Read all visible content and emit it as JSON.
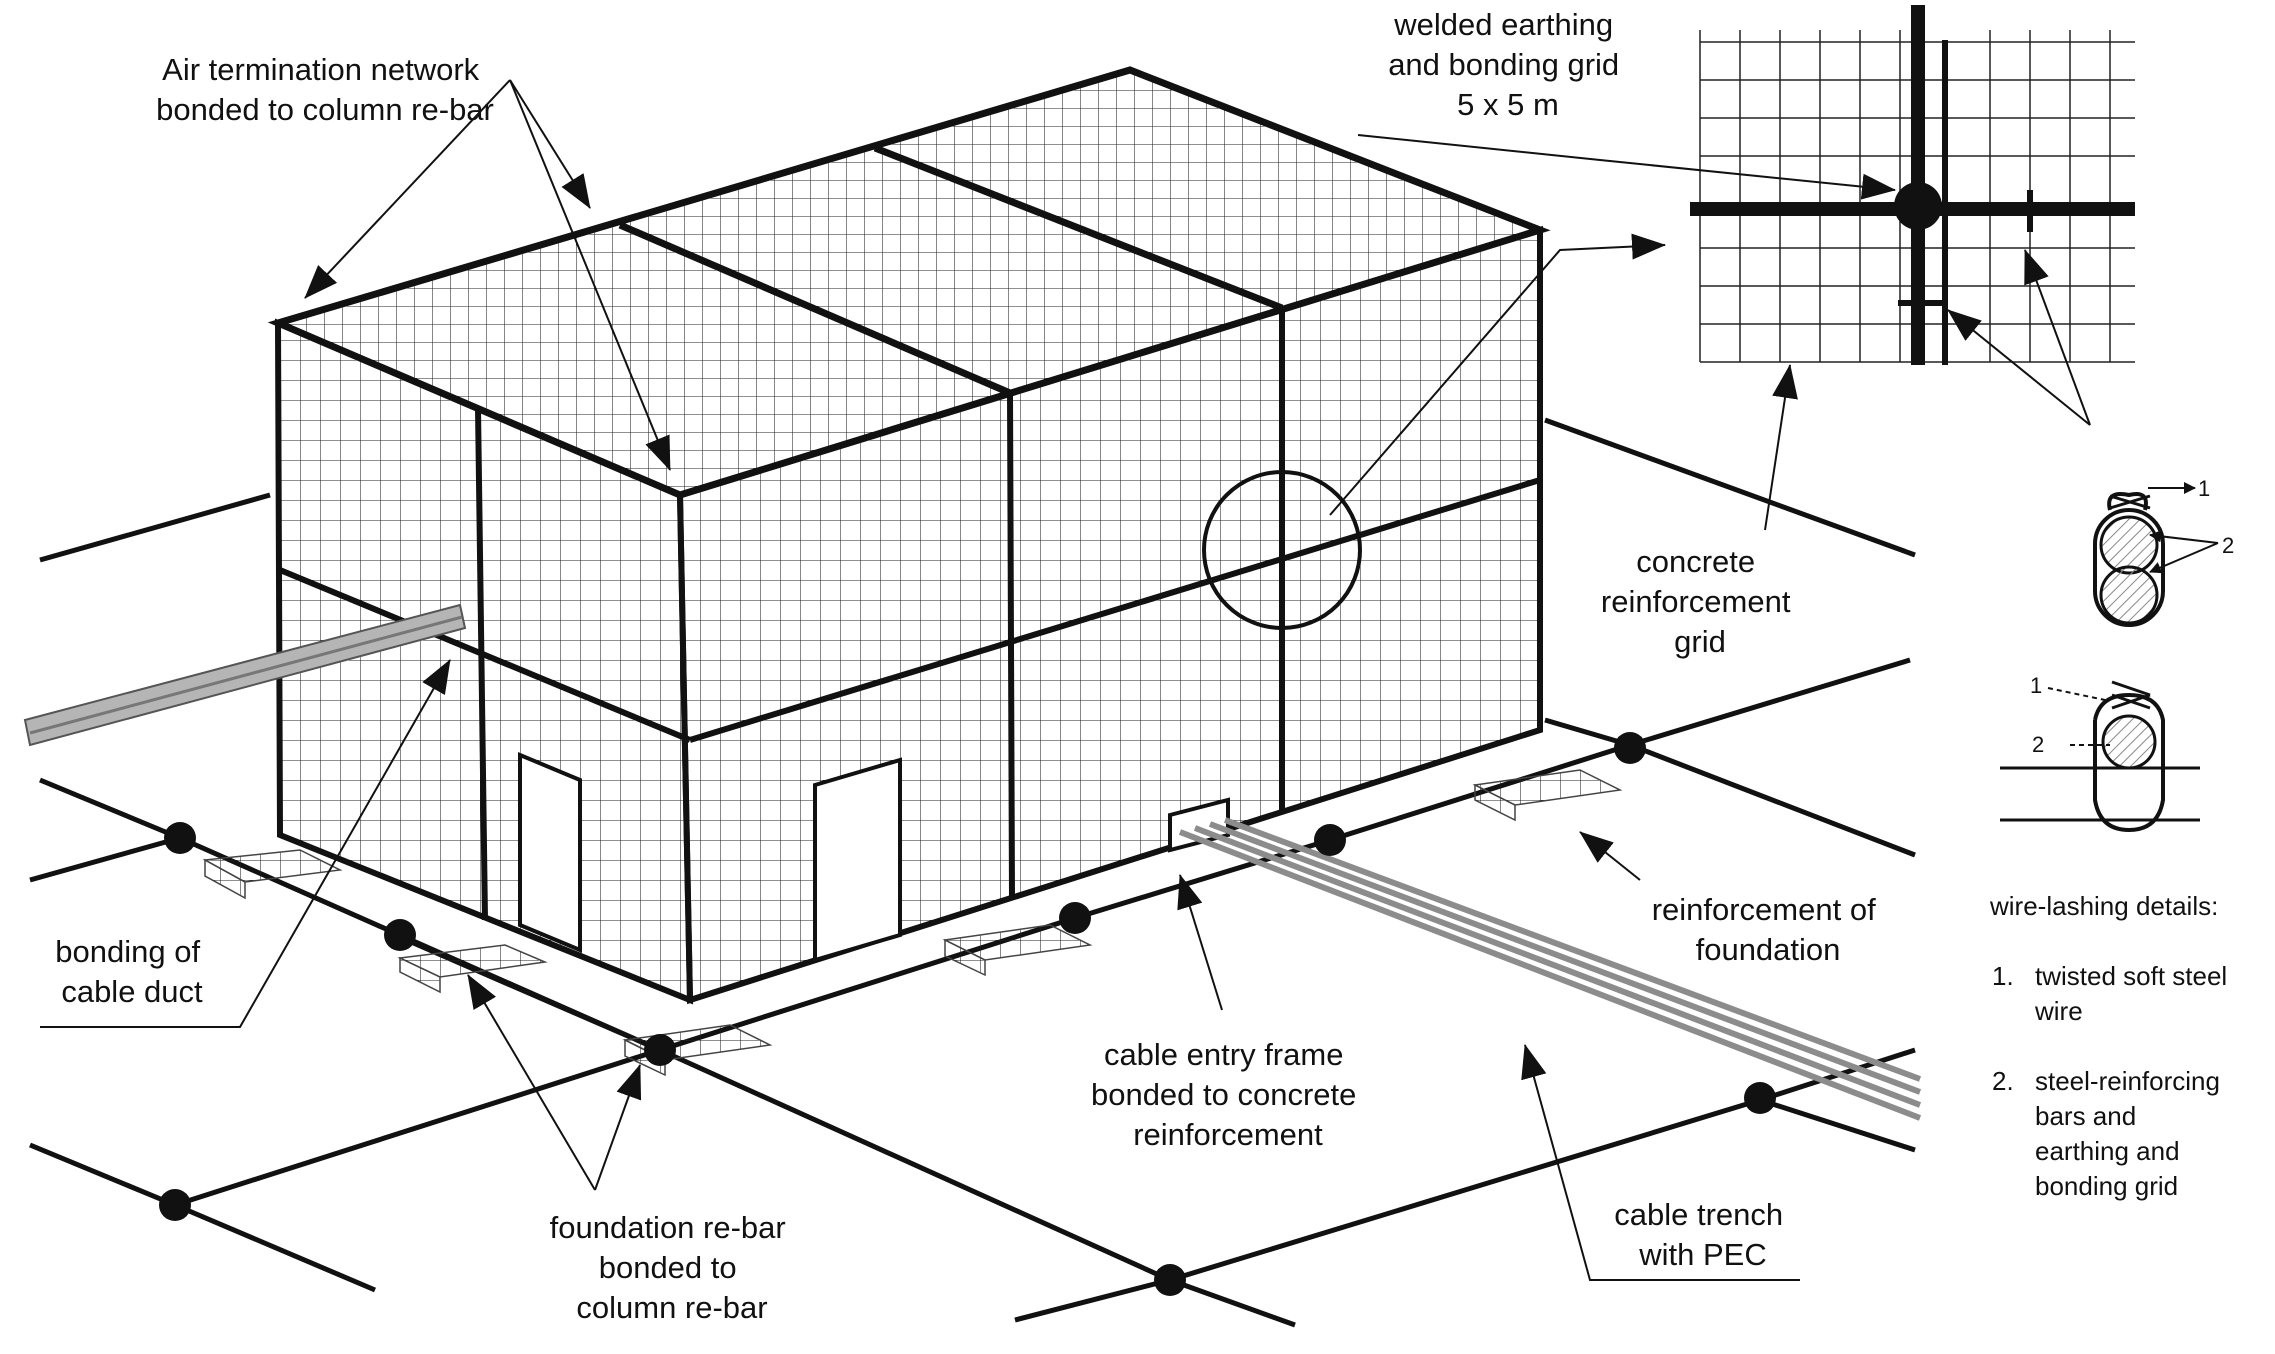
{
  "labels": {
    "air_termination": [
      "Air termination network",
      "bonded to column re-bar"
    ],
    "welded_grid": [
      "welded earthing",
      "and bonding grid",
      "5 x 5 m"
    ],
    "concrete_grid": [
      "concrete",
      "reinforcement",
      "grid"
    ],
    "bonding_duct": [
      "bonding of",
      "cable duct"
    ],
    "cable_entry": [
      "cable entry frame",
      "bonded to concrete",
      "reinforcement"
    ],
    "foundation_rebar": [
      "foundation re-bar",
      "bonded to",
      "column re-bar"
    ],
    "reinforcement_foundation": [
      "reinforcement of",
      "foundation"
    ],
    "cable_trench": [
      "cable trench",
      "with PEC"
    ]
  },
  "wire_lashing": {
    "title": "wire-lashing details:",
    "marker_1": "1",
    "marker_2": "2",
    "items": [
      {
        "num": "1.",
        "lines": [
          "twisted soft steel",
          "wire"
        ]
      },
      {
        "num": "2.",
        "lines": [
          "steel-reinforcing",
          "bars and",
          "earthing and",
          "bonding grid"
        ]
      }
    ]
  },
  "colors": {
    "ink": "#111111",
    "duct": "#9a9a9a",
    "trench": "#8c8c8c",
    "hatch": "#bdbdbd"
  }
}
